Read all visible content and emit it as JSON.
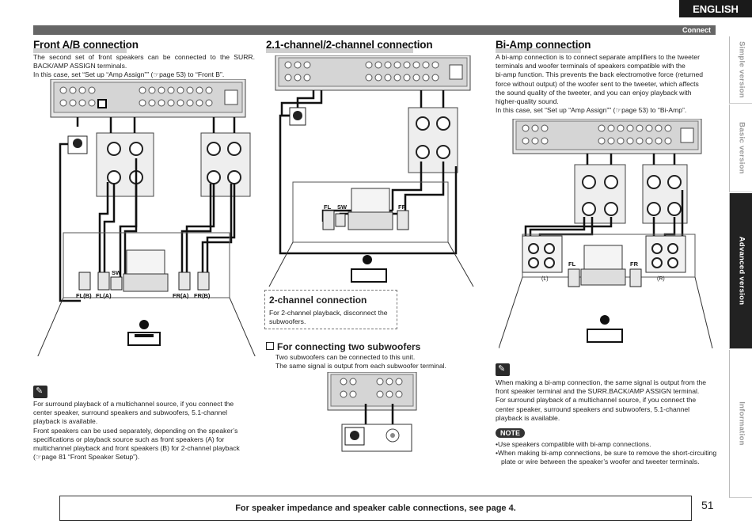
{
  "header": {
    "language": "ENGLISH",
    "section": "Connect"
  },
  "side_tabs": [
    {
      "label": "Simple version",
      "active": false
    },
    {
      "label": "Basic version",
      "active": false
    },
    {
      "label": "Advanced version",
      "active": true
    },
    {
      "label": "Information",
      "active": false
    }
  ],
  "col1": {
    "title": "Front A/B connection",
    "intro": [
      "The second set of front speakers can be connected to the SURR.",
      "BACK/AMP ASSIGN terminals.",
      "In this case, set “Set up “Amp Assign”” (☞page 53) to “Front B”."
    ],
    "speaker_labels": {
      "sw": "SW",
      "fl_b": "FL(B)",
      "fl_a": "FL(A)",
      "fr_a": "FR(A)",
      "fr_b": "FR(B)"
    },
    "note": [
      "For surround playback of a multichannel source, if you connect the",
      "center speaker, surround speakers and subwoofers, 5.1-channel",
      "playback is available.",
      "Front speakers can be used separately, depending on the speaker’s",
      "specifications or playback source such as front speakers (A) for",
      "multichannel playback and front speakers (B) for 2-channel playback",
      "(☞page 81 “Front Speaker Setup”)."
    ]
  },
  "col2": {
    "title": "2.1-channel/2-channel connection",
    "speaker_labels": {
      "fl": "FL",
      "sw": "SW",
      "fr": "FR"
    },
    "sub_title": "2-channel connection",
    "sub_text": [
      "For 2-channel playback, disconnect the",
      "subwoofers."
    ],
    "subwoofers_title": "For connecting two subwoofers",
    "subwoofers_text": [
      "Two subwoofers can be connected to this unit.",
      "The same signal is output from each subwoofer terminal."
    ]
  },
  "col3": {
    "title": "Bi-Amp connection",
    "intro": [
      "A bi-amp connection is to connect separate amplifiers to the tweeter",
      "terminals and woofer terminals of speakers compatible with the",
      "bi-amp function. This prevents the back electromotive force (returned",
      "force without output) of the woofer sent to the tweeter, which affects",
      "the sound quality of the tweeter, and you can enjoy playback with",
      "higher-quality sound.",
      "In this case, set “Set up “Amp Assign”” (☞page 53) to “Bi-Amp”."
    ],
    "speaker_labels": {
      "fl": "FL",
      "fr": "FR",
      "l": "(L)",
      "r": "(R)"
    },
    "note": [
      "When making a bi-amp connection, the same signal is output from the",
      "front speaker terminal and the SURR.BACK/AMP ASSIGN terminal.",
      "For surround playback of a multichannel source, if you connect the",
      "center speaker, surround speakers and subwoofers, 5.1-channel",
      "playback is available."
    ],
    "note_label": "NOTE",
    "note_items": [
      "Use speakers compatible with bi-amp connections.",
      "When making bi-amp connections, be sure to remove the short-circuiting plate or wire between the speaker’s woofer and tweeter terminals."
    ]
  },
  "footer": {
    "text": "For speaker impedance and speaker cable connections, see page 4.",
    "page": "51"
  }
}
